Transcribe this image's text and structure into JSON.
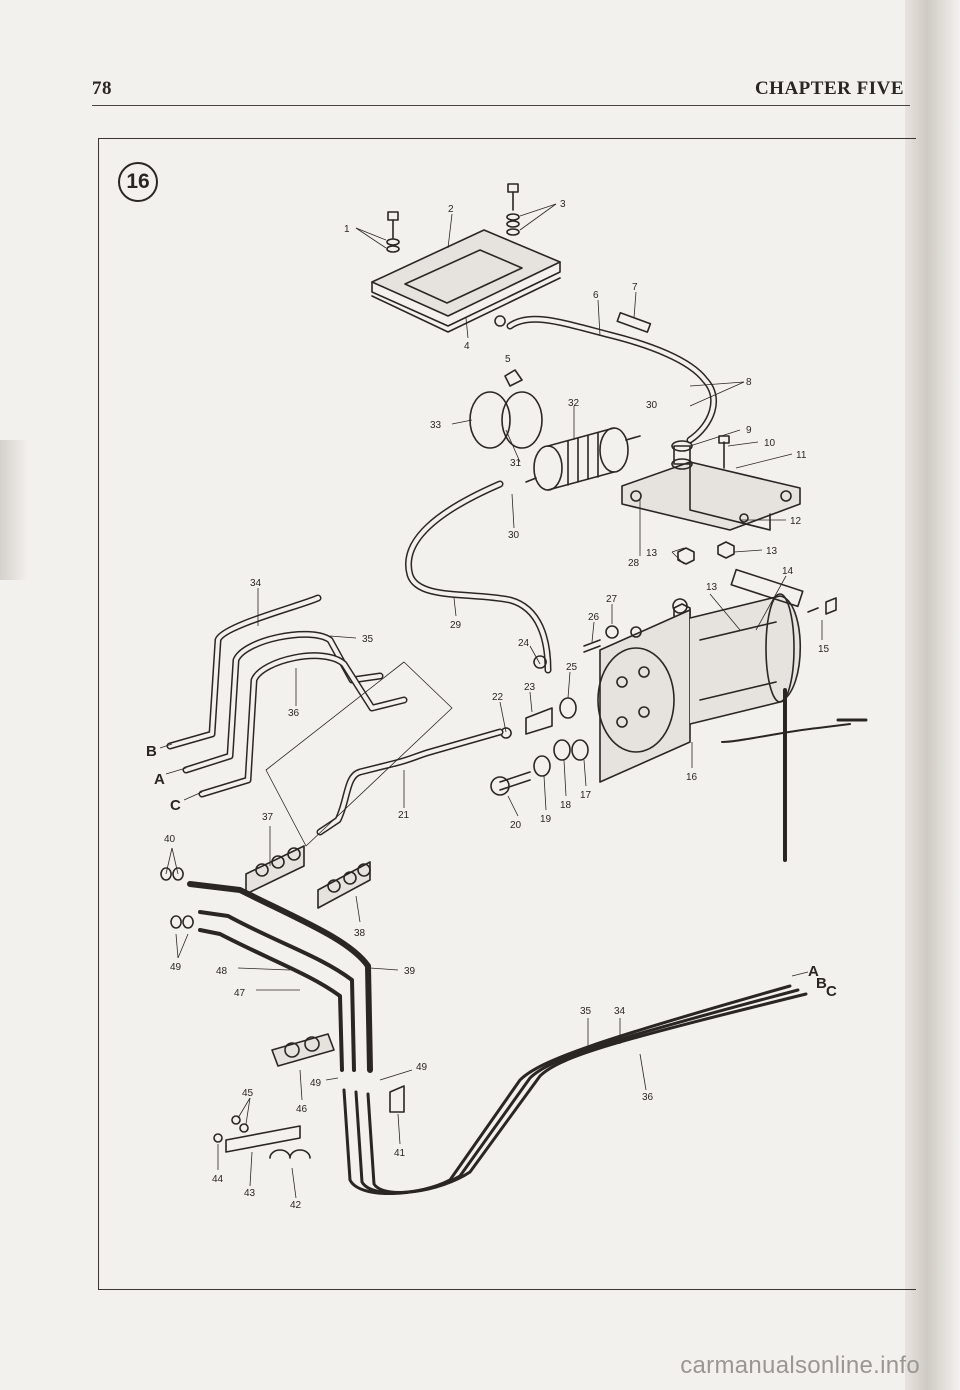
{
  "header": {
    "page_number": "78",
    "chapter_title": "CHAPTER FIVE"
  },
  "figure": {
    "number": "16",
    "callouts": [
      "1",
      "2",
      "3",
      "4",
      "5",
      "6",
      "7",
      "8",
      "9",
      "10",
      "11",
      "12",
      "13",
      "13",
      "13",
      "14",
      "15",
      "16",
      "17",
      "18",
      "19",
      "20",
      "21",
      "22",
      "23",
      "24",
      "25",
      "26",
      "27",
      "28",
      "29",
      "30",
      "30",
      "31",
      "32",
      "33",
      "34",
      "35",
      "36",
      "37",
      "38",
      "39",
      "40",
      "41",
      "42",
      "43",
      "44",
      "45",
      "46",
      "47",
      "48",
      "49",
      "49",
      "49",
      "34",
      "35",
      "36"
    ],
    "line_ends": [
      "A",
      "B",
      "C",
      "B",
      "A",
      "C"
    ]
  },
  "watermark": "carmanualsonline.info"
}
